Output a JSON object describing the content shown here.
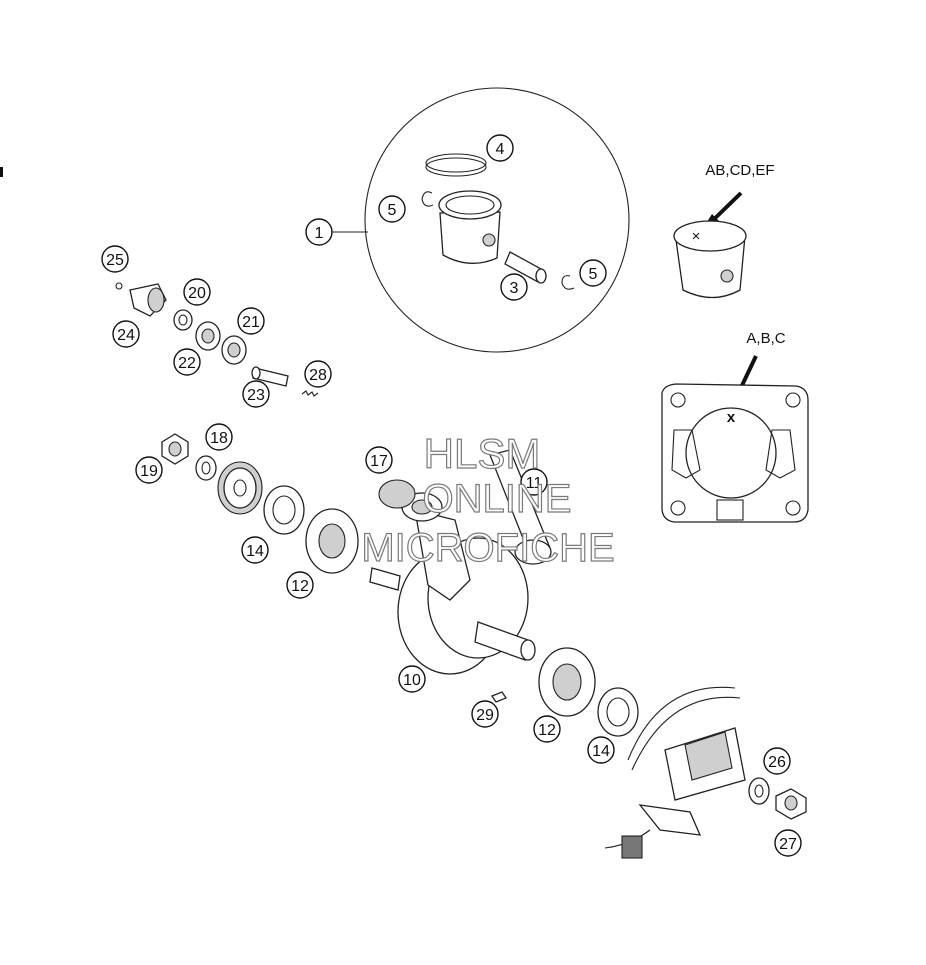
{
  "callouts": [
    {
      "id": "c1",
      "label": "1"
    },
    {
      "id": "c3",
      "label": "3"
    },
    {
      "id": "c4",
      "label": "4"
    },
    {
      "id": "c5a",
      "label": "5"
    },
    {
      "id": "c5b",
      "label": "5"
    },
    {
      "id": "c10",
      "label": "10"
    },
    {
      "id": "c11",
      "label": "11"
    },
    {
      "id": "c12a",
      "label": "12"
    },
    {
      "id": "c12b",
      "label": "12"
    },
    {
      "id": "c14a",
      "label": "14"
    },
    {
      "id": "c14b",
      "label": "14"
    },
    {
      "id": "c17",
      "label": "17"
    },
    {
      "id": "c18",
      "label": "18"
    },
    {
      "id": "c19",
      "label": "19"
    },
    {
      "id": "c20",
      "label": "20"
    },
    {
      "id": "c21",
      "label": "21"
    },
    {
      "id": "c22",
      "label": "22"
    },
    {
      "id": "c23",
      "label": "23"
    },
    {
      "id": "c24",
      "label": "24"
    },
    {
      "id": "c25",
      "label": "25"
    },
    {
      "id": "c26",
      "label": "26"
    },
    {
      "id": "c27",
      "label": "27"
    },
    {
      "id": "c28",
      "label": "28"
    },
    {
      "id": "c29",
      "label": "29"
    }
  ],
  "markers": {
    "piston_code": "AB,CD,EF",
    "cylinder_code": "A,B,C",
    "piston_mark": "×",
    "cylinder_mark": "x"
  },
  "watermark": {
    "line1": "HLSM",
    "line2": "ONLINE",
    "line3": "MICROFICHE"
  }
}
